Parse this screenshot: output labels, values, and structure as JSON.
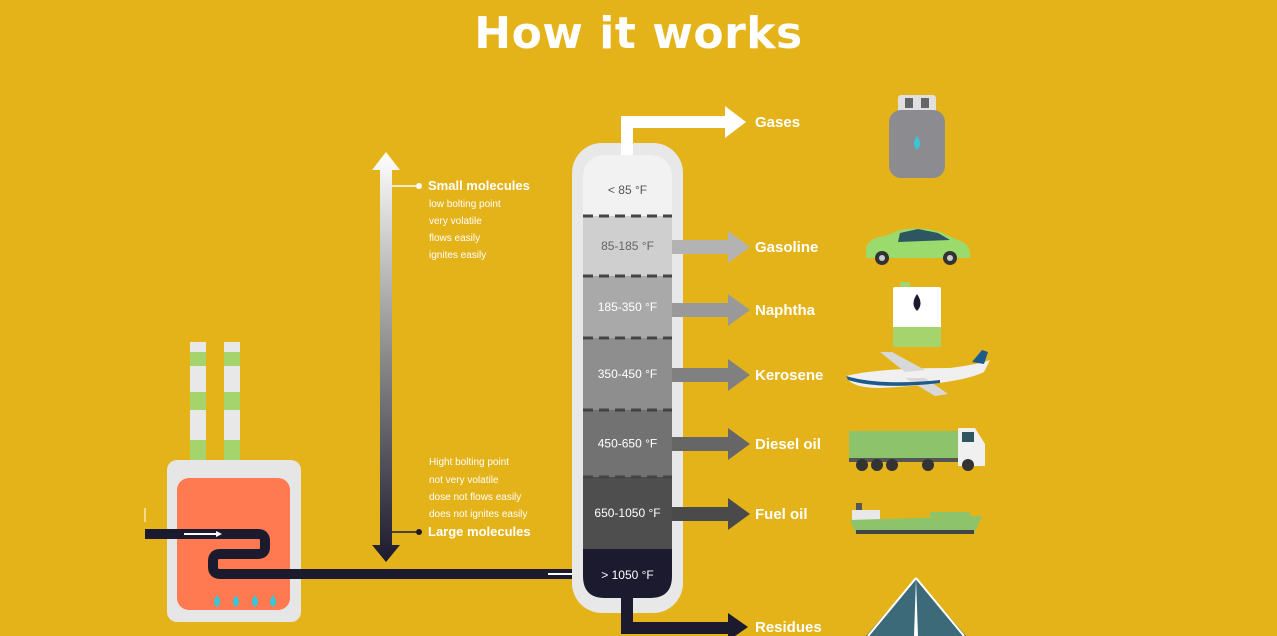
{
  "title": "How it works",
  "column": {
    "sections": [
      {
        "temp": "< 85 °F",
        "product": "Gases",
        "icon": "gas-cylinder-icon",
        "color": "#F2F2F2",
        "text_color": "#555555"
      },
      {
        "temp": "85-185 °F",
        "product": "Gasoline",
        "icon": "car-icon",
        "color": "#CFCFCF",
        "text_color": "#666666"
      },
      {
        "temp": "185-350 °F",
        "product": "Naphtha",
        "icon": "canister-icon",
        "color": "#A9A9A9",
        "text_color": "#ffffff"
      },
      {
        "temp": "350-450 °F",
        "product": "Kerosene",
        "icon": "airplane-icon",
        "color": "#8E8E8E",
        "text_color": "#ffffff"
      },
      {
        "temp": "450-650 °F",
        "product": "Diesel oil",
        "icon": "truck-icon",
        "color": "#727272",
        "text_color": "#ffffff"
      },
      {
        "temp": "650-1050 °F",
        "product": "Fuel oil",
        "icon": "ship-icon",
        "color": "#4E4E4E",
        "text_color": "#ffffff"
      },
      {
        "temp": "> 1050 °F",
        "product": "Residues",
        "icon": "road-icon",
        "color": "#1C1A2E",
        "text_color": "#ffffff"
      }
    ]
  },
  "scale": {
    "top_label": "Small molecules",
    "top_notes": [
      "low bolting point",
      "very volatile",
      "flows easily",
      "ignites easily"
    ],
    "bottom_label": "Large molecules",
    "bottom_notes": [
      "Hight bolting point",
      "not very volatile",
      "dose not flows easily",
      "does not ignites easily"
    ]
  },
  "colors": {
    "background": "#E4B31A",
    "furnace": "#FF7A50",
    "pipe": "#1C1A2E",
    "flame": "#3CC5D6",
    "chimney_band": "#A6D46C"
  }
}
